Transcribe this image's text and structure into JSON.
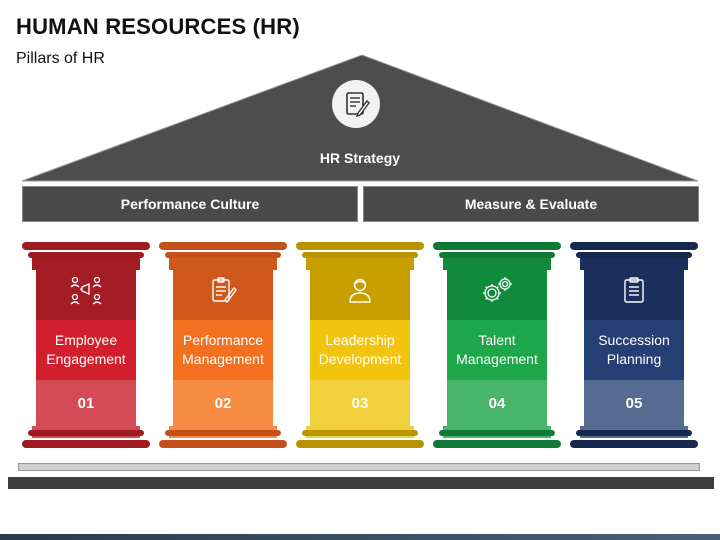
{
  "header": {
    "title": "HUMAN RESOURCES (HR)",
    "subtitle": "Pillars of HR"
  },
  "roof": {
    "label": "HR Strategy",
    "icon": "document-pen-icon",
    "color": "#4d4d4d"
  },
  "beams": [
    {
      "label": "Performance Culture"
    },
    {
      "label": "Measure & Evaluate"
    }
  ],
  "pillars": [
    {
      "label": "Employee\nEngagement",
      "number": "01",
      "icon": "team-megaphone-icon",
      "colors": {
        "cap": "#9e1b1f",
        "top": "#a51d24",
        "mid": "#d21f2e",
        "bot": "#d44a55"
      }
    },
    {
      "label": "Performance\nManagement",
      "number": "02",
      "icon": "clipboard-pen-icon",
      "colors": {
        "cap": "#c4511c",
        "top": "#d0581c",
        "mid": "#f37021",
        "bot": "#f68c44"
      }
    },
    {
      "label": "Leadership\nDevelopment",
      "number": "03",
      "icon": "leader-person-icon",
      "colors": {
        "cap": "#b89400",
        "top": "#c7a000",
        "mid": "#f1c40f",
        "bot": "#f2cf3c"
      }
    },
    {
      "label": "Talent\nManagement",
      "number": "04",
      "icon": "gears-icon",
      "colors": {
        "cap": "#0e7a35",
        "top": "#118a3b",
        "mid": "#1da64a",
        "bot": "#49b56a"
      }
    },
    {
      "label": "Succession\nPlanning",
      "number": "05",
      "icon": "checklist-icon",
      "colors": {
        "cap": "#15284f",
        "top": "#1a2f5b",
        "mid": "#253f74",
        "bot": "#566b90"
      }
    }
  ]
}
